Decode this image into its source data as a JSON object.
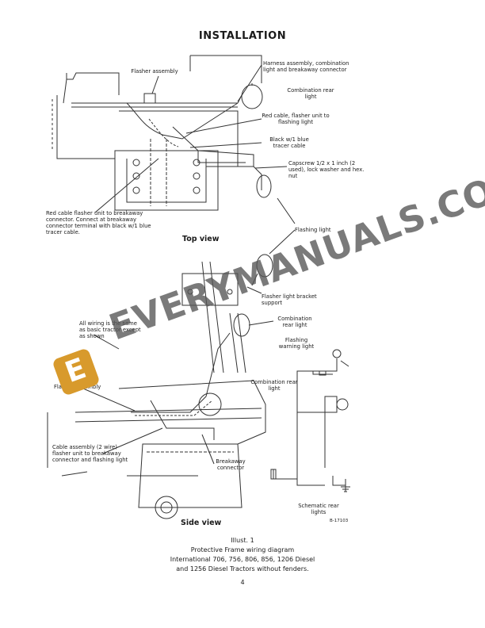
{
  "page": {
    "title": "INSTALLATION",
    "page_number": "4"
  },
  "top_view": {
    "title": "Top view",
    "labels": {
      "flasher_assembly": "Flasher assembly",
      "harness_assembly": "Harness assembly, combination light and breakaway connector",
      "combination_rear_light": "Combination rear light",
      "red_cable": "Red cable, flasher unit to flashing light",
      "black_tracer": "Black w/1 blue tracer cable",
      "capscrew": "Capscrew 1/2 x 1 inch (2 used), lock washer and hex. nut",
      "red_cable_breakaway": "Red cable flasher unit to breakaway connector. Connect at breakaway connector terminal with black w/1 blue tracer cable.",
      "flashing_light": "Flashing light"
    }
  },
  "side_view": {
    "title": "Side view",
    "labels": {
      "flasher_light_bracket": "Flasher light bracket support",
      "combination_rear_light": "Combination rear light",
      "all_wiring": "All wiring is the same as basic tractor except as shown",
      "flasher_assembly": "Flasher assembly",
      "cable_assembly": "Cable assembly (2 wire) flasher unit to breakaway connector and flashing light",
      "breakaway_connector": "Breakaway connector"
    }
  },
  "schematic": {
    "flashing_warning_light": "Flashing warning light",
    "combination_rear_light": "Combination rear light",
    "title": "Schematic rear lights",
    "code": "B-17103"
  },
  "caption": {
    "line1": "Illust. 1",
    "line2": "Protective Frame wiring diagram",
    "line3": "International 706, 756, 806, 856, 1206 Diesel",
    "line4": "and 1256 Diesel Tractors without fenders."
  },
  "watermark": {
    "text": "EVERYMANUALS.COM",
    "logo_letter": "E",
    "logo_color": "#d89a2c"
  }
}
